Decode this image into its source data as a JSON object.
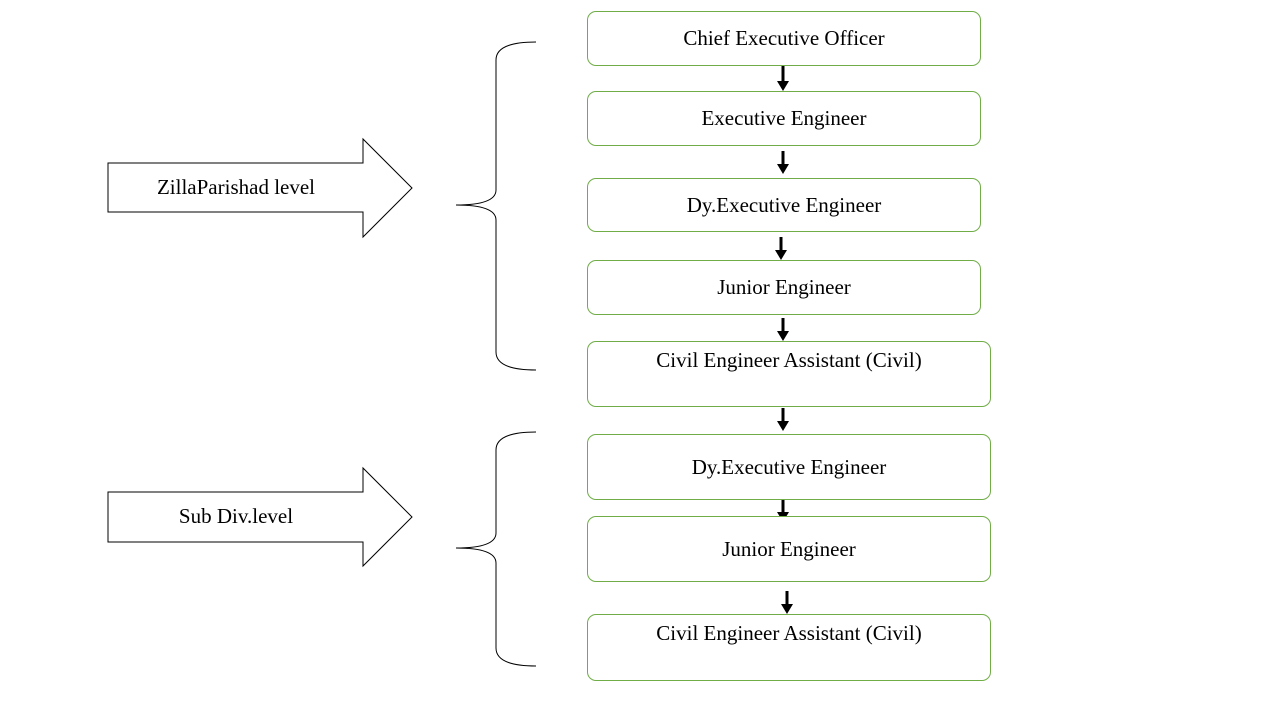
{
  "levels": {
    "zilla": {
      "label": "ZillaParishad level"
    },
    "subdiv": {
      "label": "Sub Div.level"
    }
  },
  "boxes": [
    {
      "label": "Chief Executive Officer"
    },
    {
      "label": "Executive Engineer"
    },
    {
      "label": "Dy.Executive Engineer"
    },
    {
      "label": "Junior Engineer"
    },
    {
      "label": "Civil Engineer Assistant (Civil)"
    },
    {
      "label": "Dy.Executive Engineer"
    },
    {
      "label": "Junior Engineer"
    },
    {
      "label": "Civil Engineer Assistant (Civil)"
    }
  ],
  "colors": {
    "box_border": "#70ad47",
    "line": "#000000"
  }
}
